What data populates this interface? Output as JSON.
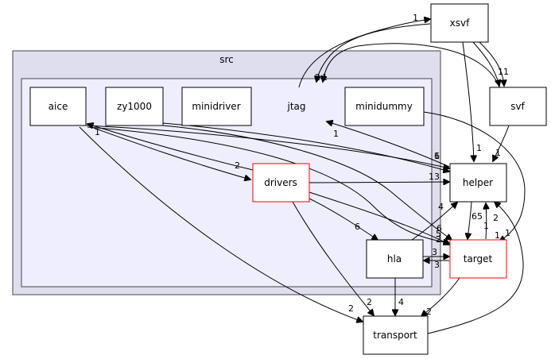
{
  "clusters": {
    "outer": {
      "label": "src"
    },
    "inner": {
      "label": "jtag"
    }
  },
  "nodes": {
    "aice": "aice",
    "zy1000": "zy1000",
    "minidriver": "minidriver",
    "minidummy": "minidummy",
    "drivers": "drivers",
    "hla": "hla",
    "helper": "helper",
    "target": "target",
    "transport": "transport",
    "xsvf": "xsvf",
    "svf": "svf"
  },
  "edge_labels": {
    "jtag_xsvf": "1",
    "xsvf_jtag": "2",
    "svf_jtag": "1",
    "xsvf_svf": "11",
    "svf_helper": "1",
    "xsvf_helper": "1",
    "helper_jtag": "1",
    "aice_drivers": "2",
    "drivers_aice": "1",
    "aice_helper": "6",
    "zy1000_helper": "1",
    "drivers_helper": "13",
    "drivers_hla": "6",
    "hla_helper": "4",
    "helper_target": "65",
    "target_helper": "2",
    "hla_target": "3",
    "target_hla": "3",
    "drivers_target": "5",
    "aice_target": "2",
    "zy1000_target": "6",
    "minidummy_target": "1",
    "hla_transport": "4",
    "drivers_transport": "2",
    "aice_transport": "2",
    "target_transport": "2",
    "transport_helper": "1",
    "jtag_helper": "1"
  },
  "colors": {
    "outer_cluster_fill": "#dedeee",
    "inner_cluster_fill": "#eeeeff",
    "highlight_border": "#ff0000"
  }
}
